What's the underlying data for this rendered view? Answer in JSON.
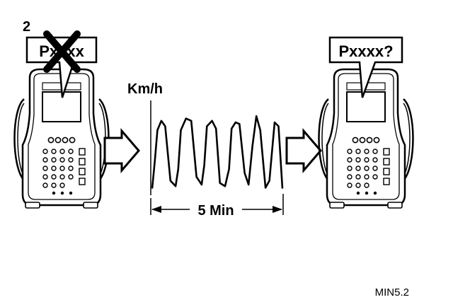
{
  "figure": {
    "step_number": "2",
    "figure_code": "MIN5.2"
  },
  "left_scanner": {
    "bubble_text": "Pxxxx",
    "crossed_out": true
  },
  "speed_chart": {
    "ylabel": "Km/h",
    "duration_label": "5 Min"
  },
  "right_scanner": {
    "bubble_text": "Pxxxx?"
  },
  "chart_data": {
    "type": "line",
    "title": "",
    "xlabel": "5 Min",
    "ylabel": "Km/h",
    "x": [
      0,
      0.1,
      0.2,
      0.35,
      0.5,
      0.7,
      0.9,
      1.0,
      1.1,
      1.3,
      1.5,
      1.7,
      1.9,
      2.0,
      2.1,
      2.3,
      2.45,
      2.6,
      2.8,
      2.95,
      3.05,
      3.2,
      3.35,
      3.55,
      3.7,
      3.85,
      4.0,
      4.15,
      4.35,
      4.5,
      4.7,
      4.85,
      5.0
    ],
    "series": [
      {
        "values": [
          0.05,
          0.4,
          0.8,
          0.92,
          0.85,
          0.15,
          0.08,
          0.3,
          0.8,
          0.95,
          0.92,
          0.2,
          0.1,
          0.35,
          0.85,
          0.92,
          0.82,
          0.12,
          0.08,
          0.3,
          0.82,
          0.9,
          0.88,
          0.25,
          0.1,
          0.6,
          0.98,
          0.8,
          0.06,
          0.15,
          0.9,
          0.85,
          0.05
        ]
      }
    ]
  },
  "colors": {
    "ink": "#000000",
    "paper": "#ffffff"
  }
}
